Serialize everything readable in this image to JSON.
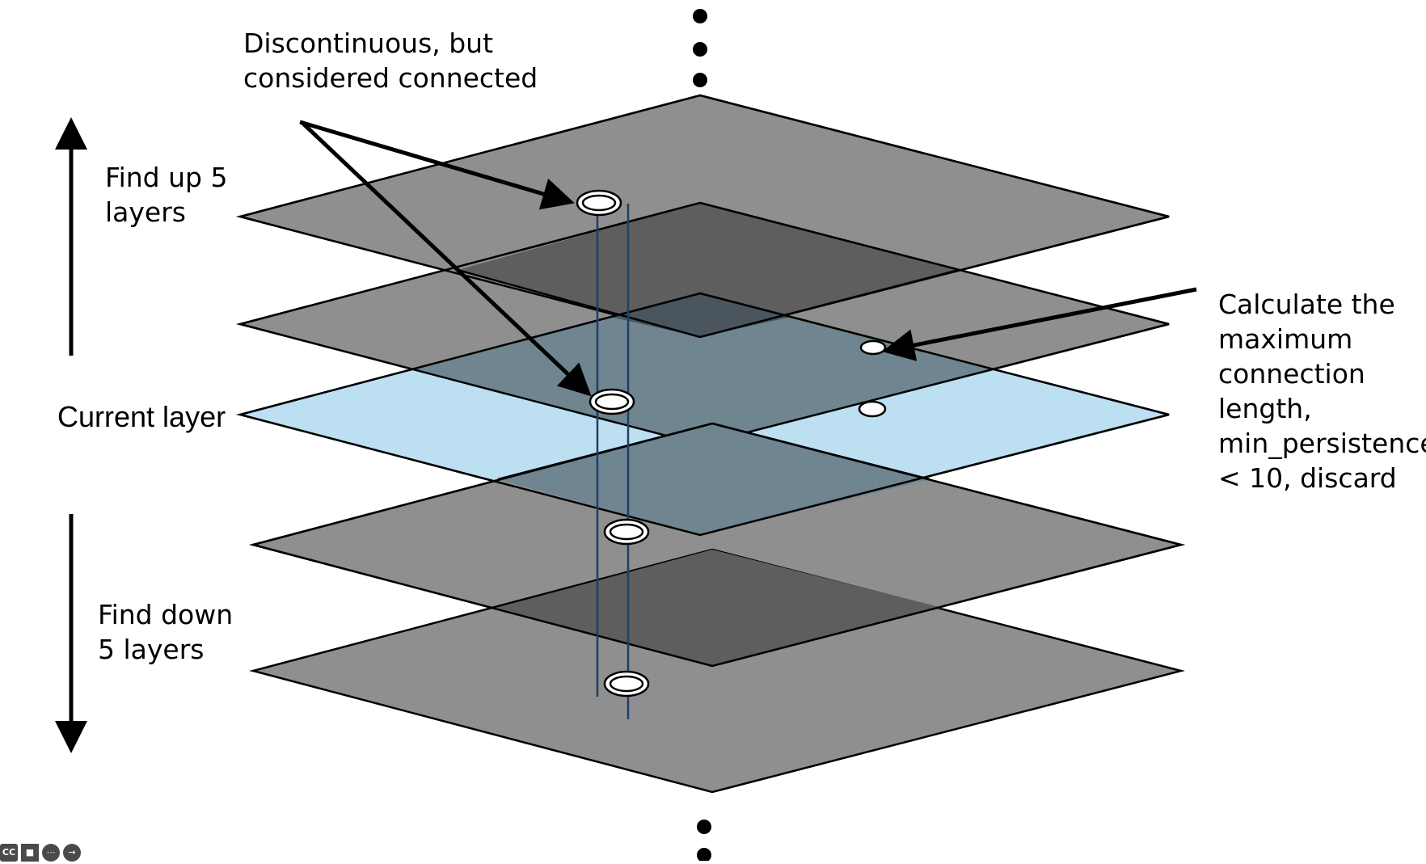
{
  "labels": {
    "top_annotation_line1": "Discontinuous, but",
    "top_annotation_line2": "considered connected",
    "up_line1": "Find up 5",
    "up_line2": "layers",
    "current": "Current layer",
    "down_line1": "Find down",
    "down_line2": "5 layers",
    "right_lines": [
      "Calculate the",
      "maximum",
      "connection",
      "length,",
      "min_persistence",
      "< 10, discard"
    ]
  },
  "colors": {
    "layer_gray": "#8f8f8f",
    "overlap_dark": "#5e5e5e",
    "overlap_darker": "#4a555d",
    "current_layer": "#bddff2",
    "overlap_blue": "#6f8590",
    "connector_line": "#1f3f66"
  },
  "controls": {
    "cc": "CC",
    "camera_icon": "camera-icon",
    "more_icon": "more-icon",
    "next_icon": "next-arrow-icon"
  }
}
